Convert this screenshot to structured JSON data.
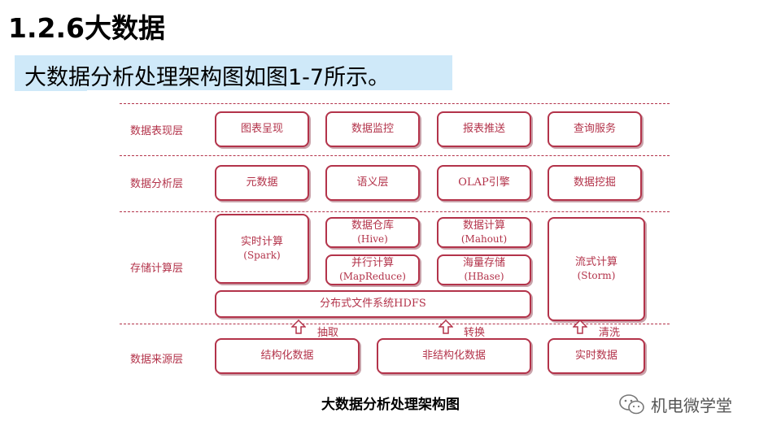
{
  "slide": {
    "title": "1.2.6大数据",
    "subtitle": "大数据分析处理架构图如图1-7所示。"
  },
  "diagram": {
    "layers": {
      "presentation": "数据表现层",
      "analysis": "数据分析层",
      "storage": "存储计算层",
      "source": "数据来源层"
    },
    "presentation_boxes": [
      "图表呈现",
      "数据监控",
      "报表推送",
      "查询服务"
    ],
    "analysis_boxes": [
      "元数据",
      "语义层",
      "OLAP引擎",
      "数据挖掘"
    ],
    "storage": {
      "realtime": {
        "label": "实时计算",
        "sub": "(Spark)"
      },
      "warehouse": {
        "label": "数据仓库",
        "sub": "(Hive)"
      },
      "datacalc": {
        "label": "数据计算",
        "sub": "(Mahout)"
      },
      "parallel": {
        "label": "并行计算",
        "sub": "(MapReduce)"
      },
      "massive": {
        "label": "海量存储",
        "sub": "(HBase)"
      },
      "stream": {
        "label": "流式计算",
        "sub": "(Storm)"
      },
      "hdfs": "分布式文件系统HDFS"
    },
    "arrows": [
      "抽取",
      "转换",
      "清洗"
    ],
    "source_boxes": [
      "结构化数据",
      "非结构化数据",
      "实时数据"
    ],
    "colors": {
      "accent": "#b3334a",
      "highlight": "#cfe9f9"
    }
  },
  "caption": "大数据分析处理架构图",
  "watermark": {
    "text": "机电微学堂",
    "icon": "wechat-icon"
  }
}
